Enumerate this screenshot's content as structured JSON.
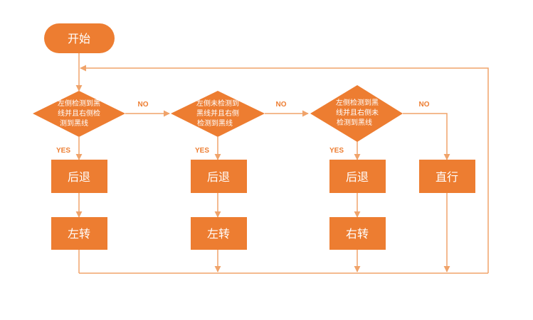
{
  "colors": {
    "fill": "#ED7D31",
    "line": "#F0A36A",
    "label": "#ED7D31",
    "text": "#ffffff"
  },
  "start": {
    "label": "开始"
  },
  "decisions": [
    {
      "lines": [
        "左侧检测到黑",
        "线并且右侧检",
        "测到黑线"
      ]
    },
    {
      "lines": [
        "左侧未检测到",
        "黑线并且右侧",
        "检测到黑线"
      ]
    },
    {
      "lines": [
        "左侧检测到黑",
        "线并且右侧未",
        "检测到黑线"
      ]
    }
  ],
  "yes_label": "YES",
  "no_label": "NO",
  "actions": {
    "backward_1": "后退",
    "turn_1": "左转",
    "backward_2": "后退",
    "turn_2": "左转",
    "backward_3": "后退",
    "turn_3": "右转",
    "straight": "直行"
  }
}
